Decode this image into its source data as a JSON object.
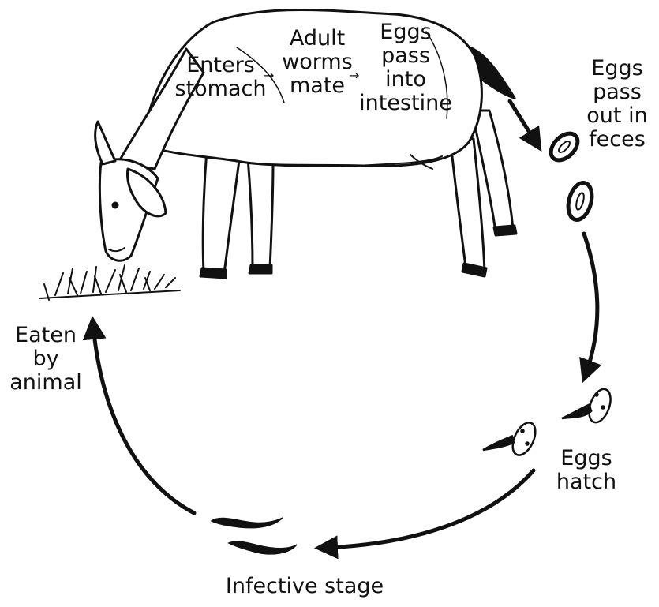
{
  "labels": {
    "enters_stomach": "Enters\nstomach",
    "adult_worms_mate": "Adult\nworms\nmate",
    "eggs_pass_into_intestine": "Eggs\npass\ninto\nintestine",
    "eggs_pass_out_in_feces": "Eggs\npass\nout in\nfeces",
    "eggs_hatch": "Eggs\nhatch",
    "infective_stage": "Infective stage",
    "eaten_by_animal": "Eaten\nby\nanimal"
  },
  "small_arrow": "→",
  "colors": {
    "ink": "#111111",
    "background": "#ffffff"
  },
  "icons": [
    "goat-illustration",
    "grass-tuft",
    "egg-icon",
    "hatching-larva-icon",
    "infective-larva-icon",
    "cycle-arrow"
  ]
}
